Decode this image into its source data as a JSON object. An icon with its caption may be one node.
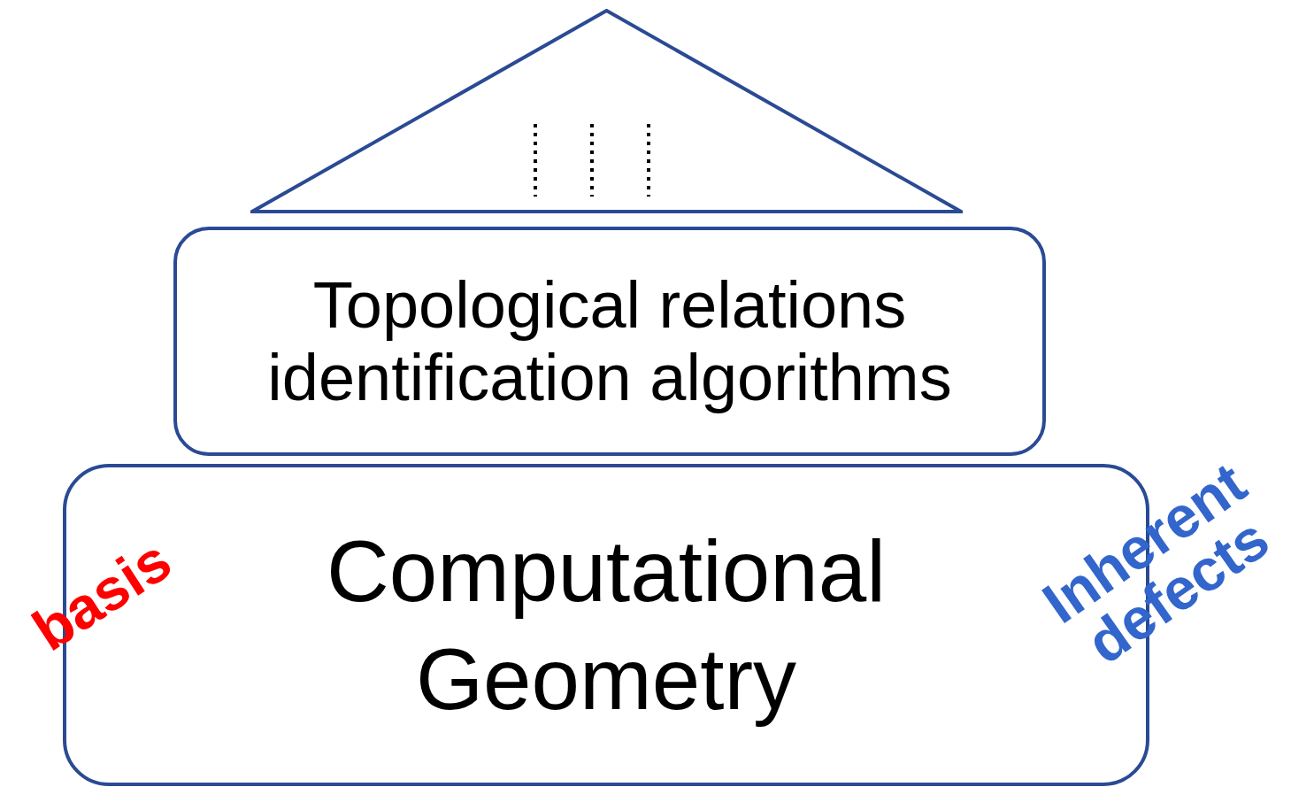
{
  "diagram": {
    "nodes": [
      {
        "text": [],
        "shape": "triangle"
      },
      {
        "text": [
          "Topological relations identification algorithms"
        ]
      },
      {
        "text": [
          "Computational Geometry"
        ]
      }
    ],
    "labels": [
      "basis",
      "Inherent defects"
    ]
  }
}
